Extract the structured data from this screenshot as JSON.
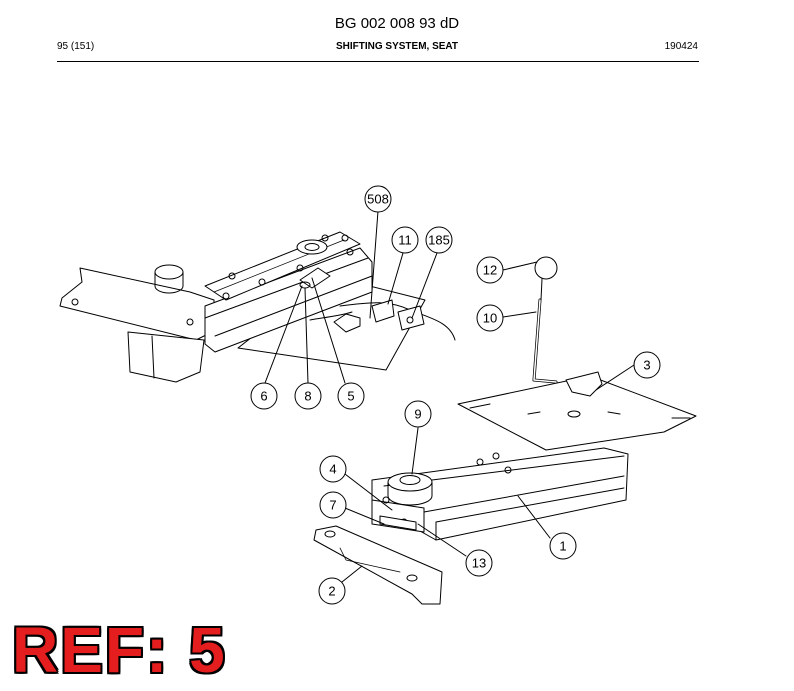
{
  "header": {
    "doc_number": "BG 002 008 93 dD",
    "page": "95 (151)",
    "section_title": "SHIFTING SYSTEM, SEAT",
    "date_code": "190424"
  },
  "callouts": [
    "508",
    "11",
    "185",
    "12",
    "10",
    "6",
    "8",
    "5",
    "3",
    "9",
    "4",
    "7",
    "1",
    "13",
    "2"
  ],
  "reference": {
    "label": "REF: 5"
  }
}
